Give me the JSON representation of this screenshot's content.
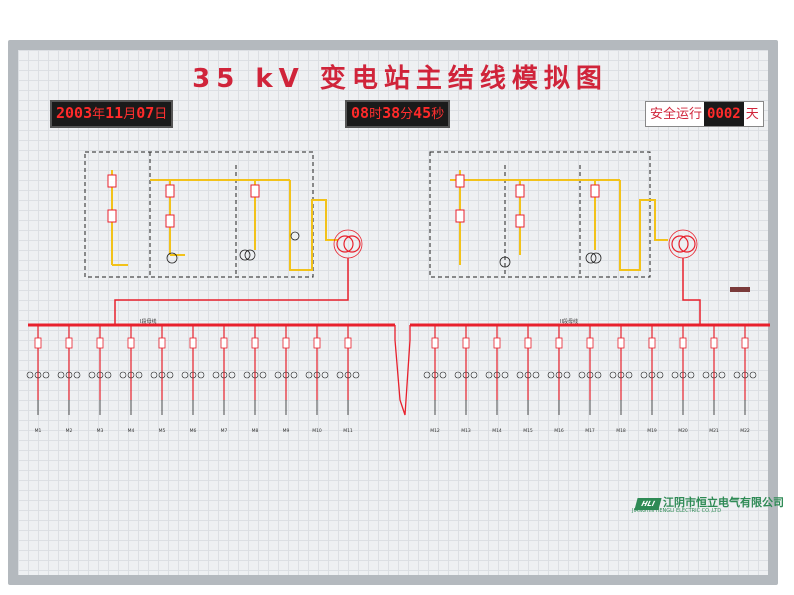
{
  "title": "35 kV 变电站主结线模拟图",
  "clock_date": {
    "year": "2003",
    "year_unit": "年",
    "month": "11",
    "month_unit": "月",
    "day": "07",
    "day_unit": "日"
  },
  "clock_time": {
    "hour": "08",
    "hour_unit": "时",
    "minute": "38",
    "minute_unit": "分",
    "second": "45",
    "second_unit": "秒"
  },
  "safety": {
    "label": "安全运行",
    "days": "0002",
    "unit": "天"
  },
  "bus_left_label": "I段母线",
  "bus_right_label": "II段母线",
  "logo": {
    "text": "江阴市恒立电气有限公司",
    "mark": "HLI",
    "english": "JIANGYIN HENGLI ELECTRIC CO.,LTD"
  },
  "feeder_labels": [
    "M1",
    "M2",
    "M3",
    "M4",
    "M5",
    "M6",
    "M7",
    "M8",
    "M9",
    "M10",
    "M11",
    "M12",
    "M13",
    "M14",
    "M15",
    "M16",
    "M17",
    "M18",
    "M19",
    "M20",
    "M21",
    "M22"
  ],
  "colors": {
    "live": "#e8202c",
    "yellow": "#f2c21a",
    "frame": "#b4b9be",
    "board": "#eef0f2",
    "title": "#d0243a"
  }
}
